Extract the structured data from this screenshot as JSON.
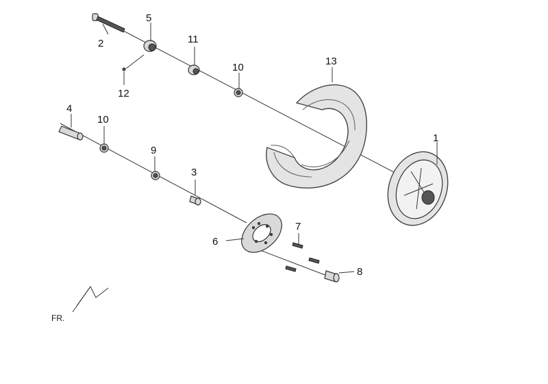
{
  "diagram": {
    "callouts": [
      {
        "id": "c1",
        "text": "1"
      },
      {
        "id": "c2",
        "text": "2"
      },
      {
        "id": "c3",
        "text": "3"
      },
      {
        "id": "c4",
        "text": "4"
      },
      {
        "id": "c5",
        "text": "5"
      },
      {
        "id": "c6",
        "text": "6"
      },
      {
        "id": "c7",
        "text": "7"
      },
      {
        "id": "c8",
        "text": "8"
      },
      {
        "id": "c9",
        "text": "9"
      },
      {
        "id": "c10a",
        "text": "10"
      },
      {
        "id": "c10b",
        "text": "10"
      },
      {
        "id": "c11",
        "text": "11"
      },
      {
        "id": "c12",
        "text": "12"
      },
      {
        "id": "c13",
        "text": "13"
      }
    ],
    "direction_label": "FR."
  }
}
